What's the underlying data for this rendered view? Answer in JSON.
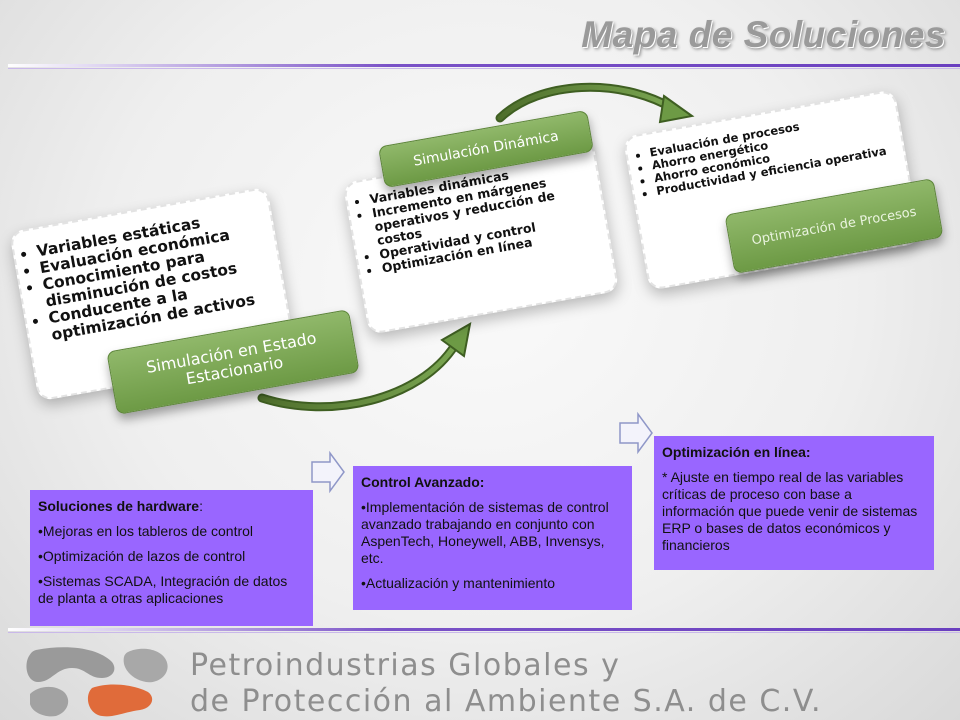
{
  "title": "Mapa de Soluciones",
  "stages": {
    "stationary": {
      "label": "Simulación en Estado Estacionario",
      "bullets": [
        "Variables estáticas",
        "Evaluación económica",
        "Conocimiento para disminución de costos",
        "Conducente a la optimización de activos"
      ]
    },
    "dynamic": {
      "label": "Simulación Dinámica",
      "bullets": [
        "Variables dinámicas",
        "Incremento en márgenes operativos y reducción de costos",
        "Operatividad y control",
        "Optimización en línea"
      ]
    },
    "optimization": {
      "label": "Optimización de Procesos",
      "bullets": [
        "Evaluación de procesos",
        "Ahorro energético",
        "Ahorro económico",
        "Productividad y eficiencia operativa"
      ]
    }
  },
  "boxes": {
    "hardware": {
      "heading": "Soluciones de hardware",
      "heading_suffix": ":",
      "items": [
        "•Mejoras en los tableros de control",
        "•Optimización de lazos de control",
        "•Sistemas SCADA, Integración de datos de planta a otras aplicaciones"
      ]
    },
    "advanced": {
      "heading": "Control Avanzado:",
      "items": [
        "•Implementación de sistemas de control avanzado trabajando en conjunto con AspenTech, Honeywell, ABB, Invensys, etc.",
        "•Actualización y mantenimiento"
      ]
    },
    "online": {
      "heading": "Optimización en línea:",
      "text": "* Ajuste en tiempo real de las variables críticas de proceso con base a información que puede venir de sistemas ERP o bases de datos económicos y financieros"
    }
  },
  "company": {
    "line1": "Petroindustrias Globales y",
    "line2": "de Protección al Ambiente S.A. de C.V."
  },
  "colors": {
    "accent_purple": "#9966ff",
    "green": "#7aa651",
    "logo_orange": "#e06b3a",
    "logo_gray": "#9a9a9a"
  }
}
